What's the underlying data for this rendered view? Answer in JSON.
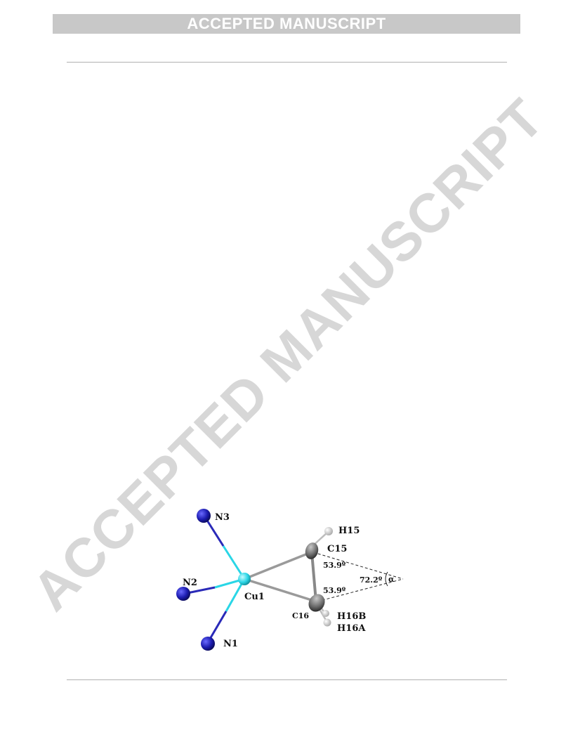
{
  "header": {
    "banner_text": "ACCEPTED MANUSCRIPT"
  },
  "watermark": {
    "text": "ACCEPTED MANUSCRIPT"
  },
  "figure": {
    "atoms": {
      "n3": "N3",
      "n2": "N2",
      "n1": "N1",
      "cu1": "Cu1",
      "h15": "H15",
      "c15": "C15",
      "c16": "C16",
      "h16b": "H16B",
      "h16a": "H16A"
    },
    "angles": {
      "top": "53.9º",
      "bottom": "53.9º",
      "apex": "72.2º",
      "alpha": "α"
    },
    "colors": {
      "nitrogen": "#1c1cb0",
      "copper": "#2ad6e6",
      "carbon": "#6e6e6e",
      "hydrogen": "#e6e6e6",
      "cu_c_bond": "#8a8a8a"
    }
  }
}
